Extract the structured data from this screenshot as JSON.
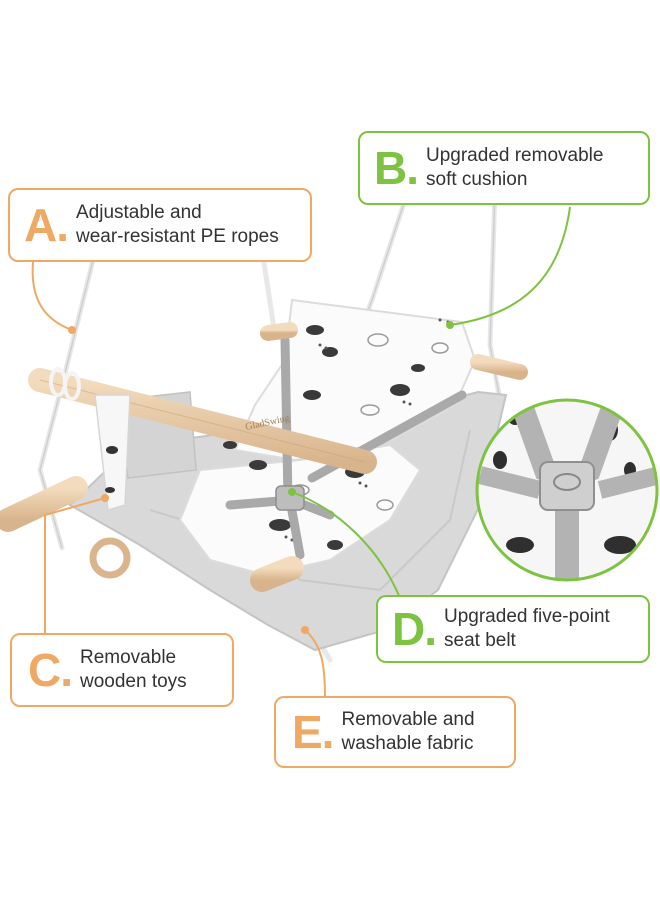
{
  "brand": {
    "logo_text": "GladSwing"
  },
  "colors": {
    "orange": "#f0a865",
    "green": "#7ec242",
    "text": "#333333"
  },
  "callouts": {
    "a": {
      "letter": "A.",
      "line1": "Adjustable and",
      "line2": "wear-resistant PE ropes"
    },
    "b": {
      "letter": "B.",
      "line1": "Upgraded removable",
      "line2": "soft cushion"
    },
    "c": {
      "letter": "C.",
      "line1": "Removable",
      "line2": "wooden toys"
    },
    "d": {
      "letter": "D.",
      "line1": "Upgraded five-point",
      "line2": "seat belt"
    },
    "e": {
      "letter": "E.",
      "line1": "Removable and",
      "line2": "washable fabric"
    }
  }
}
